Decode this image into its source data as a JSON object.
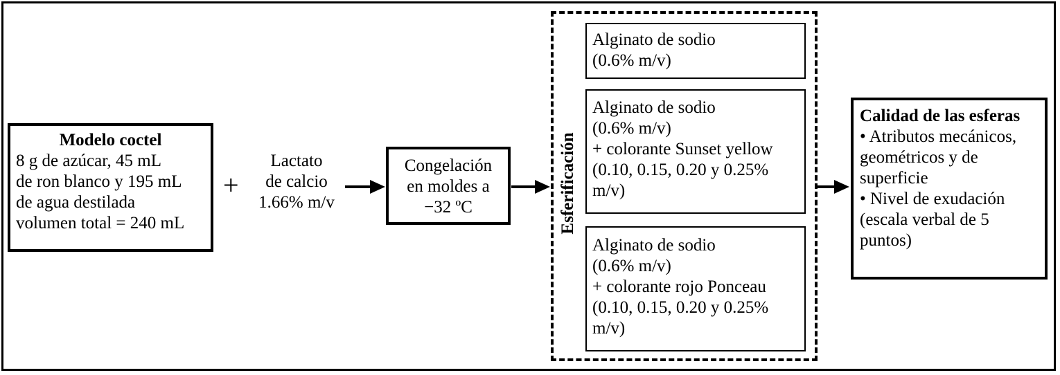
{
  "modelo": {
    "title": "Modelo coctel",
    "lines": [
      "8 g de azúcar, 45 mL",
      "de ron blanco y 195 mL",
      "de agua destilada",
      "volumen total = 240 mL"
    ]
  },
  "plus_symbol": "+",
  "lactato": {
    "lines": [
      "Lactato",
      "de calcio",
      "1.66% m/v"
    ]
  },
  "congelacion": {
    "lines": [
      "Congelación",
      "en moldes a",
      "−32 ºC"
    ]
  },
  "esferificacion": {
    "label": "Esferificación",
    "boxes": [
      {
        "lines": [
          "Alginato de sodio",
          "(0.6% m/v)"
        ]
      },
      {
        "lines": [
          "Alginato de sodio",
          "(0.6% m/v)",
          "+ colorante Sunset yellow",
          "(0.10, 0.15, 0.20 y 0.25%",
          "m/v)"
        ]
      },
      {
        "lines": [
          "Alginato de sodio",
          "(0.6% m/v)",
          "+ colorante rojo Ponceau",
          "(0.10, 0.15, 0.20 y 0.25%",
          "m/v)"
        ]
      }
    ]
  },
  "calidad": {
    "title": "Calidad de las esferas",
    "lines": [
      "• Atributos mecánicos,",
      "geométricos y de",
      "superficie",
      "• Nivel de exudación",
      "(escala verbal de 5",
      "puntos)"
    ]
  }
}
